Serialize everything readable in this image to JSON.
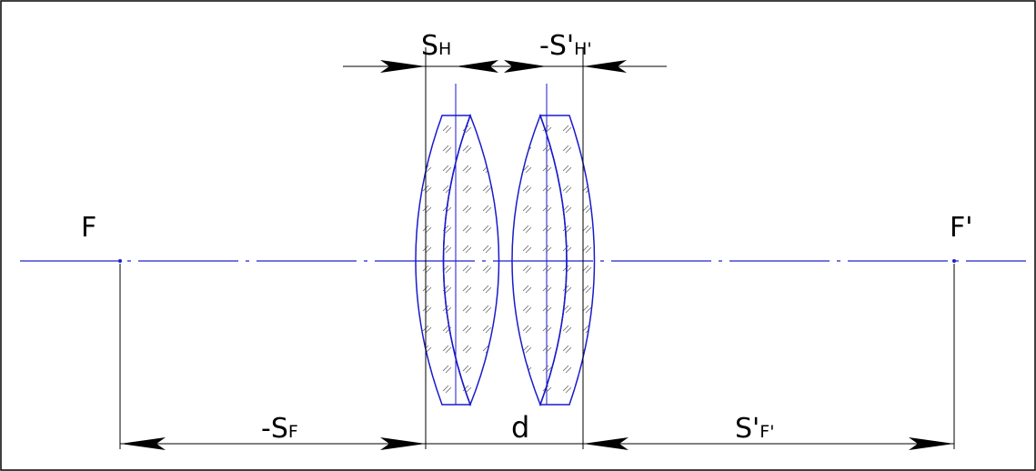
{
  "labels": {
    "front_focus": "F",
    "back_focus": "F'",
    "front_focal_distance": "-S",
    "front_focal_distance_sub": "F",
    "thickness": "d",
    "back_focal_distance": "S'",
    "back_focal_distance_sub": "F'",
    "front_principal_distance": "S",
    "front_principal_distance_sub": "H",
    "back_principal_distance": "-S'",
    "back_principal_distance_sub": "H'"
  },
  "colors": {
    "lens": "#1a1acc",
    "axis": "#2020cc",
    "dimension": "#000000",
    "hatch": "#555555",
    "background": "#ffffff"
  }
}
